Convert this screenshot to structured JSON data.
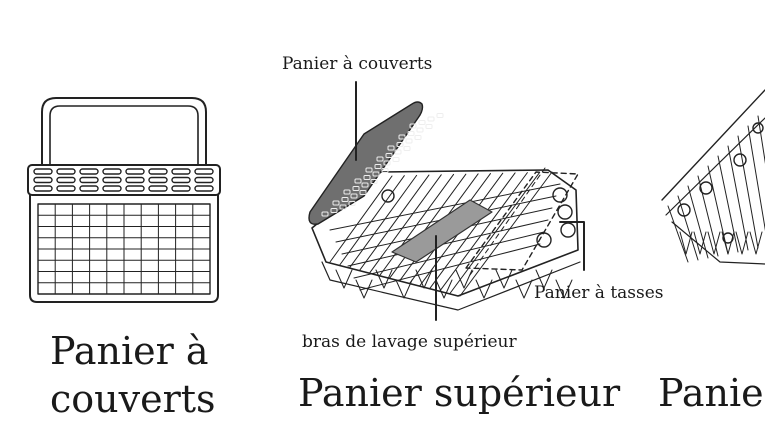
{
  "callouts": {
    "cutlery_basket": "Panier à couverts",
    "cup_rack": "Panier à tasses",
    "upper_spray_arm": "bras de lavage supérieur"
  },
  "captions": {
    "cutlery_line1": "Panier à",
    "cutlery_line2": "couverts",
    "upper_basket": "Panier supérieur",
    "lower_basket_partial": "Panier"
  }
}
